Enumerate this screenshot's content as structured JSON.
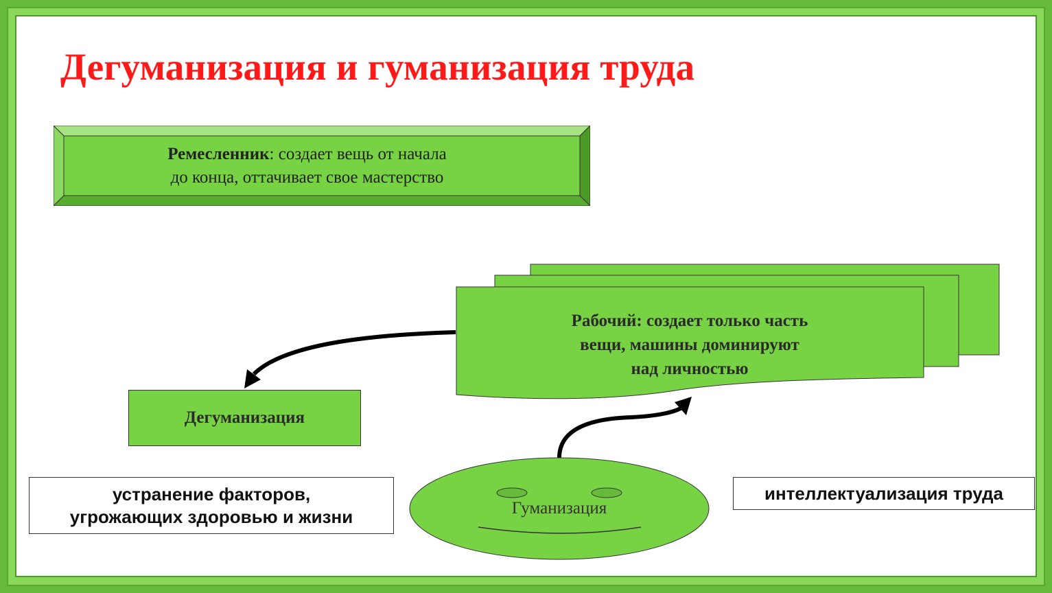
{
  "title": "Дегуманизация и гуманизация труда",
  "craftsman": {
    "bold": "Ремесленник",
    "line1_rest": ": создает вещь от начала",
    "line2": "до конца, оттачивает свое мастерство"
  },
  "worker": {
    "line1": "Рабочий: создает только часть",
    "line2": "вещи, машины доминируют",
    "line3": "над личностью"
  },
  "dehumanization_label": "Дегуманизация",
  "humanization_label": "Гуманизация",
  "factor_left": {
    "line1": "устранение факторов,",
    "line2": "угрожающих здоровью и жизни"
  },
  "factor_right": "интеллектуализация труда",
  "colors": {
    "title": "#ff1a1a",
    "box_green": "#77d344",
    "frame_green": "#66bb3a"
  }
}
